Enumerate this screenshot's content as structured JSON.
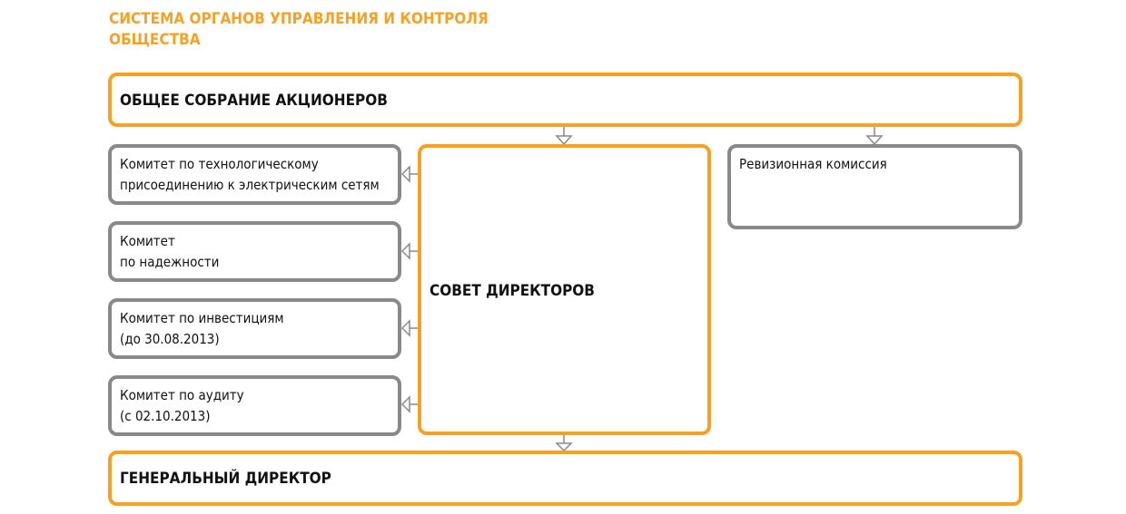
{
  "title": {
    "line1": "СИСТЕМА ОРГАНОВ УПРАВЛЕНИЯ И КОНТРОЛЯ",
    "line2": "ОБЩЕСТВА"
  },
  "shareholders": "ОБЩЕЕ СОБРАНИЕ АКЦИОНЕРОВ",
  "board": "СОВЕТ ДИРЕКТОРОВ",
  "ceo": "ГЕНЕРАЛЬНЫЙ ДИРЕКТОР",
  "audit_commission": "Ревизионная комиссия",
  "committees": [
    {
      "line1": "Комитет по технологическому",
      "line2": "присоединению к электрическим сетям"
    },
    {
      "line1": "Комитет",
      "line2": "по надежности"
    },
    {
      "line1": "Комитет по инвестициям",
      "line2": "(до 30.08.2013)"
    },
    {
      "line1": "Комитет по аудиту",
      "line2": "(с 02.10.2013)"
    }
  ],
  "colors": {
    "accent": "#f6a123",
    "secondary": "#898989"
  }
}
